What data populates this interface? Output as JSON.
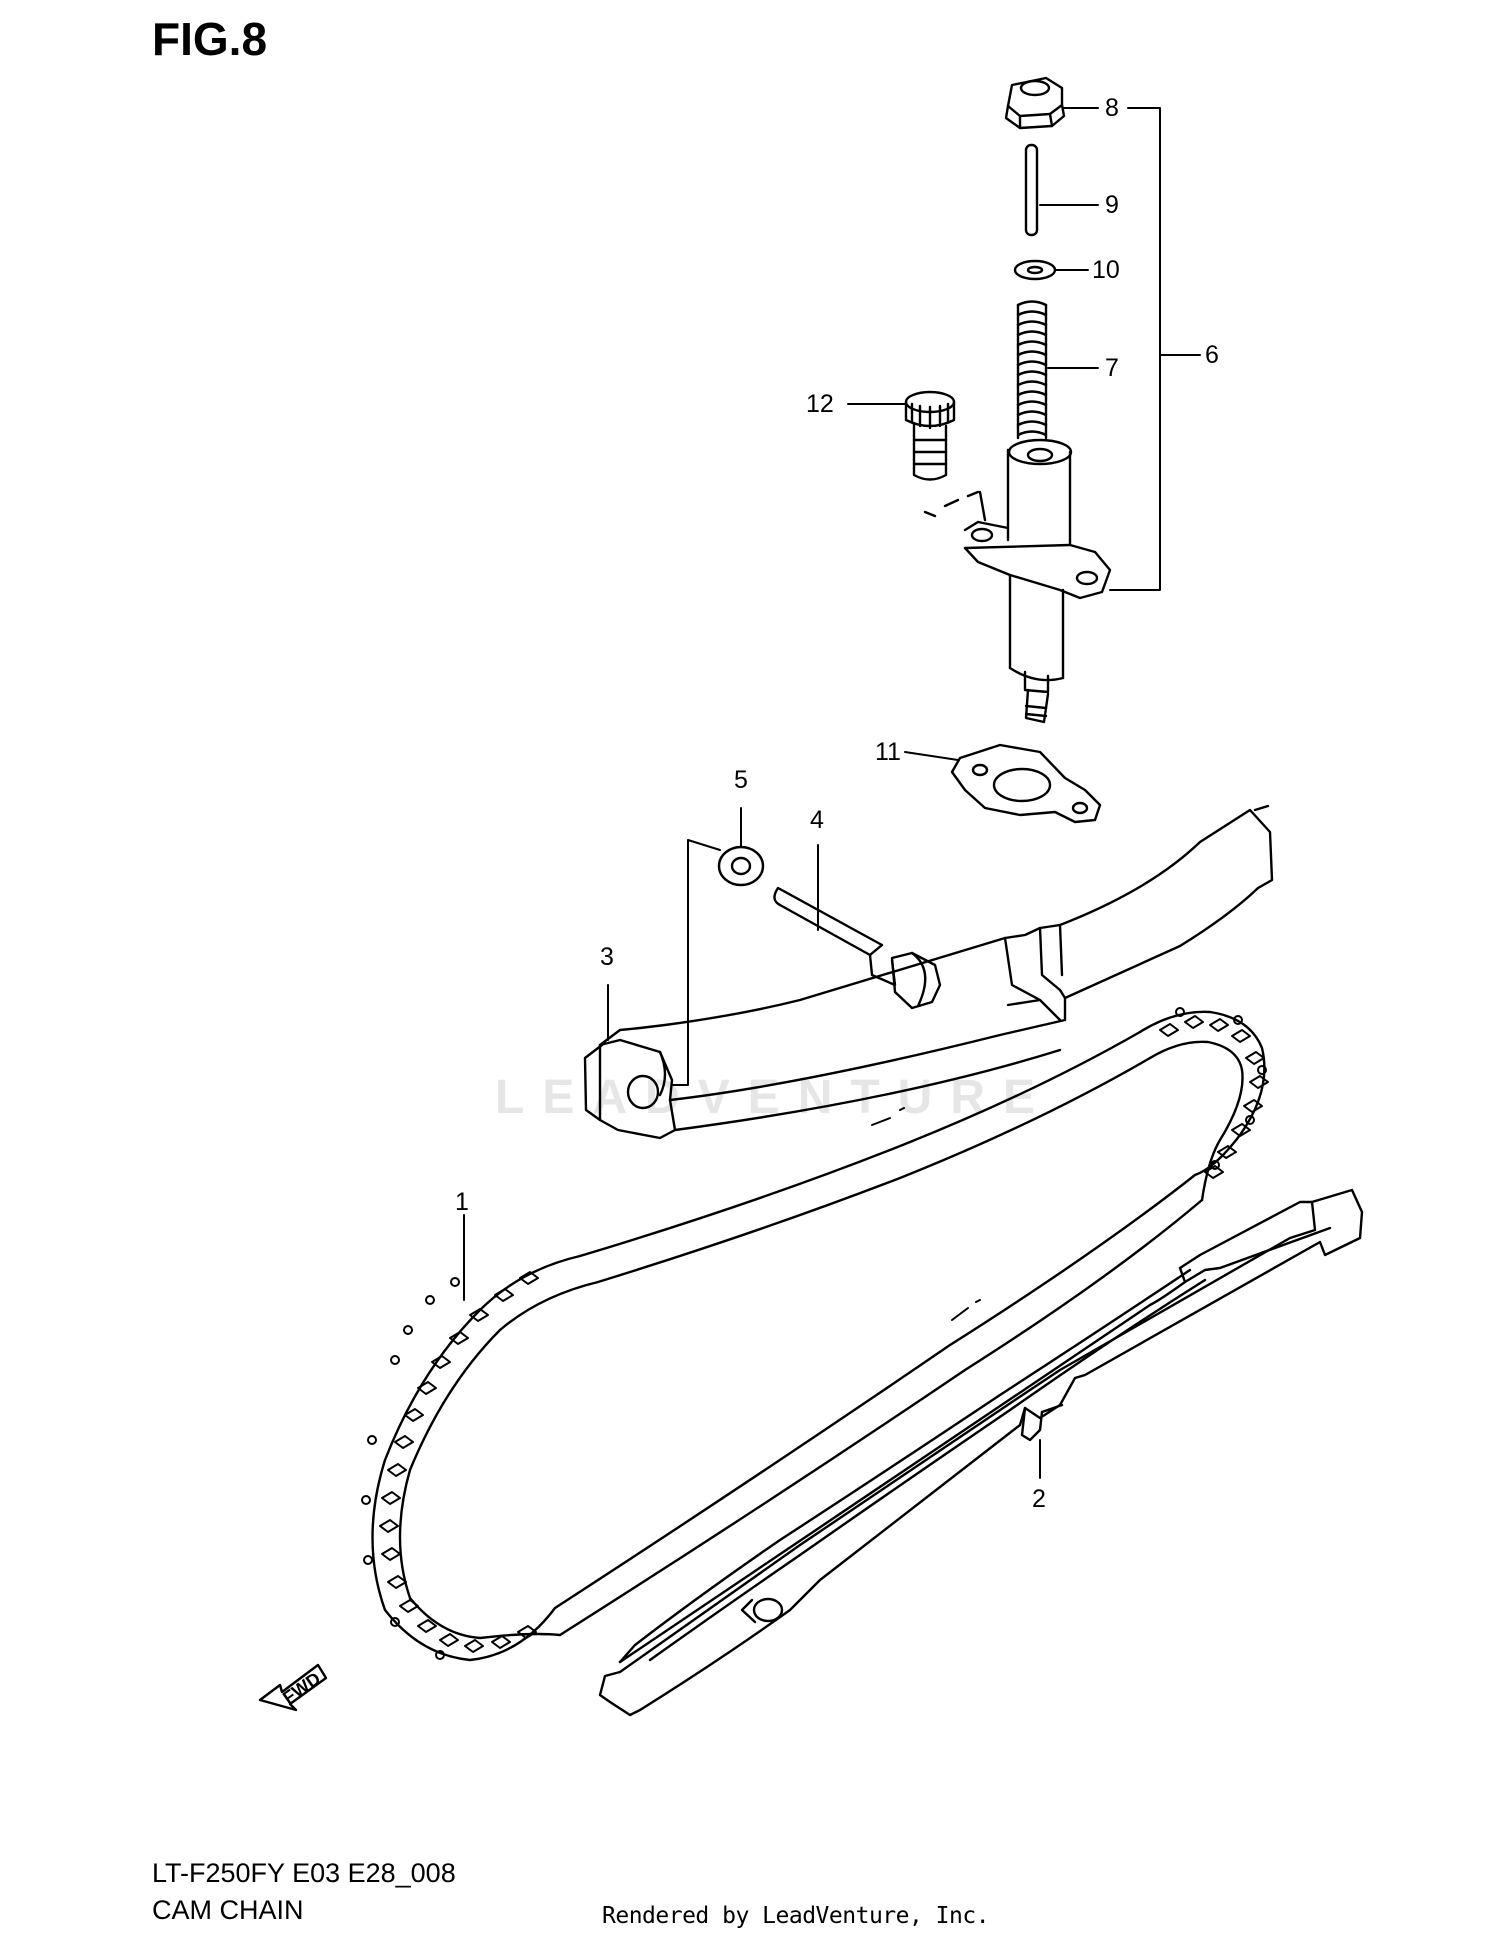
{
  "figure": {
    "title": "FIG.8"
  },
  "callouts": [
    {
      "number": "1"
    },
    {
      "number": "2"
    },
    {
      "number": "3"
    },
    {
      "number": "4"
    },
    {
      "number": "5"
    },
    {
      "number": "6"
    },
    {
      "number": "7"
    },
    {
      "number": "8"
    },
    {
      "number": "9"
    },
    {
      "number": "10"
    },
    {
      "number": "11"
    },
    {
      "number": "12"
    }
  ],
  "direction_indicator": {
    "label": "FWD"
  },
  "watermark": {
    "text": "LEADVENTURE"
  },
  "footer": {
    "model_code": "LT-F250FY E03 E28_008",
    "section_title": "CAM CHAIN",
    "credit": "Rendered by LeadVenture, Inc."
  }
}
